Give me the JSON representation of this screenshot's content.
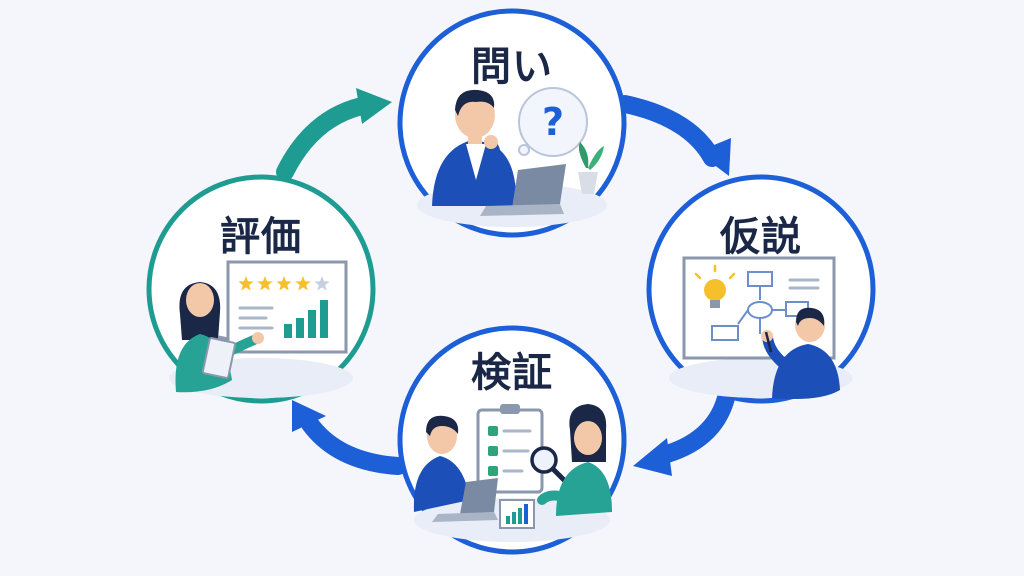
{
  "stages": [
    {
      "id": "toi",
      "label": "問い",
      "ring_color": "#1d5fd6"
    },
    {
      "id": "kasetsu",
      "label": "仮説",
      "ring_color": "#1d5fd6"
    },
    {
      "id": "kensho",
      "label": "検証",
      "ring_color": "#1d5fd6"
    },
    {
      "id": "hyoka",
      "label": "評価",
      "ring_color": "#1f9c91"
    }
  ],
  "colors": {
    "primary_blue": "#1d5fd6",
    "teal": "#1f9c91",
    "star": "#f5c02c",
    "navy_text": "#1a2747",
    "background": "#f5f6fb"
  },
  "icons": [
    "question-mark-icon",
    "lightbulb-icon",
    "magnifier-icon",
    "checklist-icon",
    "star-rating-icon",
    "bar-chart-icon",
    "laptop-icon",
    "plant-icon",
    "flowchart-icon",
    "clipboard-icon"
  ],
  "rating": {
    "filled_stars": 4,
    "total_stars": 5
  }
}
